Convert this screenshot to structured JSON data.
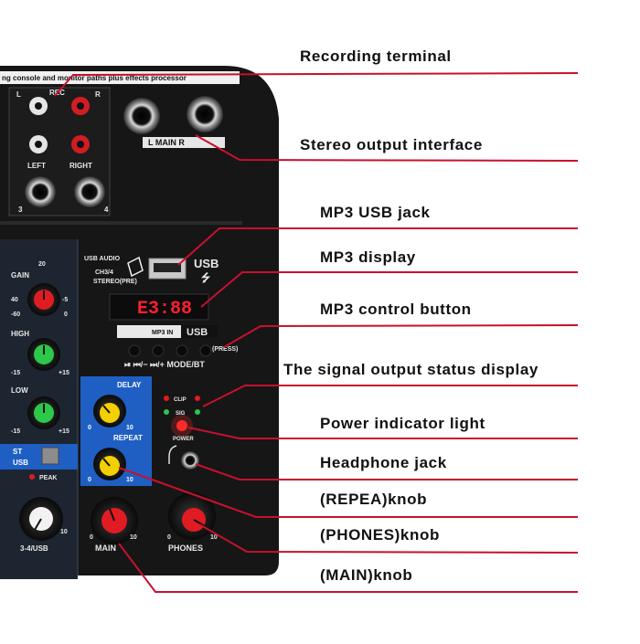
{
  "panel": {
    "top_strip": "ng console and monitor paths plus effects processor",
    "rec_label": "REC",
    "rec_l": "L",
    "rec_r": "R",
    "left": "LEFT",
    "right": "RIGHT",
    "jack_3": "3",
    "jack_4": "4",
    "main_out_label": "L MAIN R",
    "usb_audio": "USB AUDIO",
    "ch34": "CH3/4",
    "stereo_pre": "STEREO(PRE)",
    "usb_label": "USB",
    "mp3_display": "E3:88",
    "mp3in": "MP3 IN",
    "usb_badge": "USB",
    "press": "(PRESS)",
    "transport": "⏯  ⏮/−  ⏭/+  MODE/BT",
    "gain": "GAIN",
    "gain_top": "20",
    "gain_left": "40",
    "gain_right": "-5",
    "gain_bl": "-60",
    "gain_br": "0",
    "high": "HIGH",
    "low": "LOW",
    "eq_min": "-15",
    "eq_max": "+15",
    "delay": "DELAY",
    "repeat": "REPEAT",
    "fx_min": "0",
    "fx_max": "10",
    "clip": "CLIP",
    "sig": "SIG",
    "power": "POWER",
    "st": "ST",
    "usb_sw": "USB",
    "peak": "PEAK",
    "ch34_usb": "3-4/USB",
    "main": "MAIN",
    "phones": "PHONES",
    "knob_min": "0",
    "knob_max": "10"
  },
  "callouts": [
    {
      "label": "Recording terminal"
    },
    {
      "label": "Stereo output interface"
    },
    {
      "label": "MP3 USB jack"
    },
    {
      "label": "MP3 display"
    },
    {
      "label": "MP3 control button"
    },
    {
      "label": "The signal output status display"
    },
    {
      "label": "Power indicator light"
    },
    {
      "label": "Headphone jack"
    },
    {
      "label": "(REPEA)knob"
    },
    {
      "label": "(PHONES)knob"
    },
    {
      "label": "(MAIN)knob"
    }
  ],
  "colors": {
    "leader": "#c8102e",
    "panel": "#161616",
    "fx_blue": "#1f5fc4",
    "knob_red": "#e11b22",
    "knob_green": "#2cc84a",
    "knob_yellow": "#f4d000"
  }
}
